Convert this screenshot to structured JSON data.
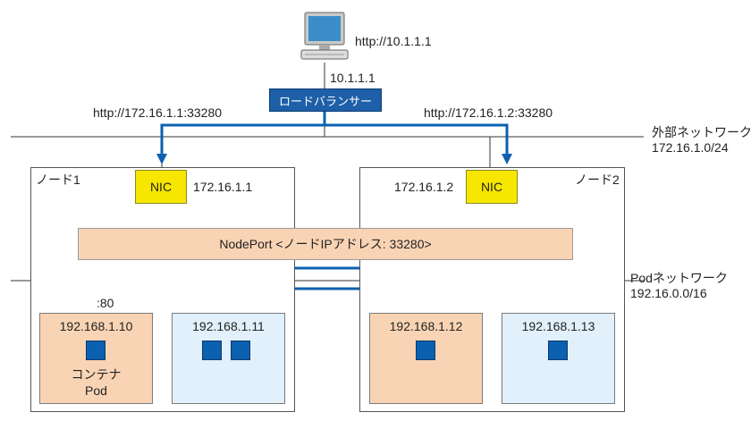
{
  "client": {
    "url": "http://10.1.1.1",
    "ip": "10.1.1.1"
  },
  "load_balancer": {
    "label": "ロードバランサー"
  },
  "routes": {
    "left_url": "http://172.16.1.1:33280",
    "right_url": "http://172.16.1.2:33280"
  },
  "external_network": {
    "name": "外部ネットワーク",
    "cidr": "172.16.1.0/24"
  },
  "pod_network": {
    "name": "Podネットワーク",
    "cidr": "192.16.0.0/16"
  },
  "nodes": [
    {
      "name": "ノード1",
      "nic_label": "NIC",
      "nic_ip": "172.16.1.1"
    },
    {
      "name": "ノード2",
      "nic_label": "NIC",
      "nic_ip": "172.16.1.2"
    }
  ],
  "nodeport": {
    "label": "NodePort <ノードIPアドレス: 33280>"
  },
  "pods": [
    {
      "ip": "192.168.1.10",
      "port": ":80",
      "container_label": "コンテナ",
      "pod_label": "Pod"
    },
    {
      "ip": "192.168.1.11"
    },
    {
      "ip": "192.168.1.12"
    },
    {
      "ip": "192.168.1.13"
    }
  ],
  "colors": {
    "flow": "#0b60b0",
    "nic": "#f7e600",
    "nodeport": "#f9d4b4",
    "pod_active": "#f9d4b4",
    "pod_idle": "#e1f0fa",
    "container": "#0b60b0"
  }
}
